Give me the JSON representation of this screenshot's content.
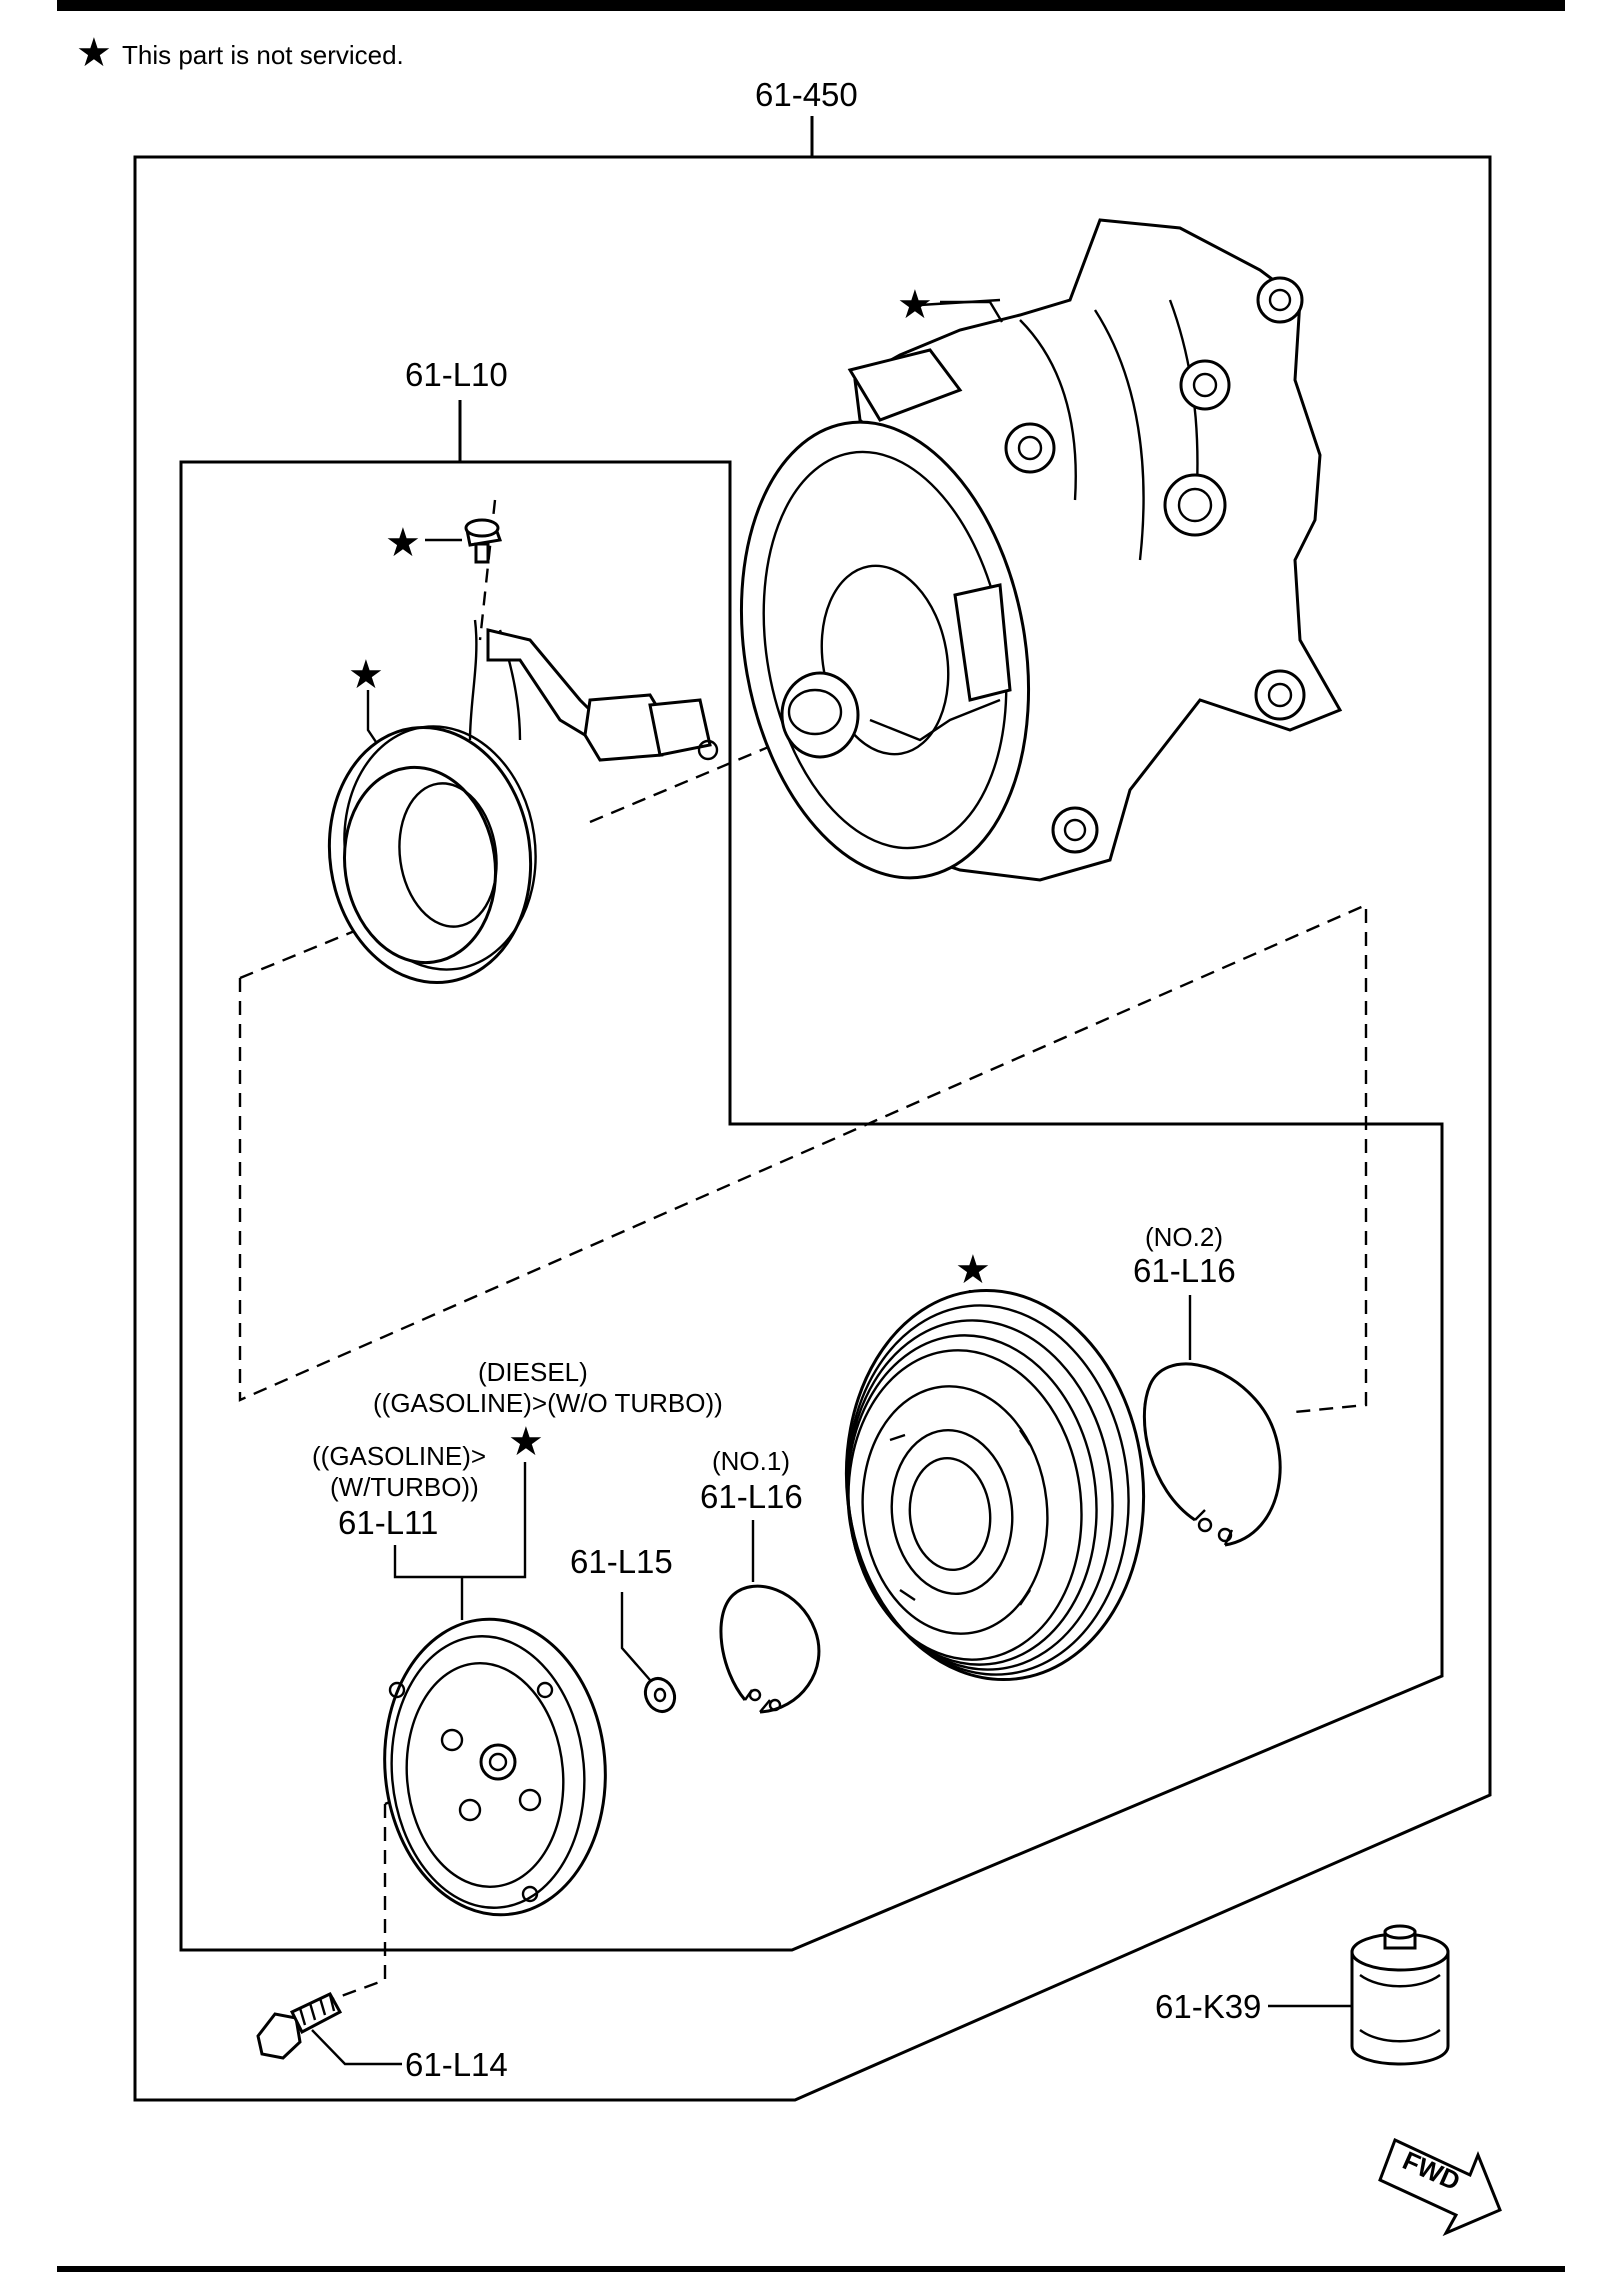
{
  "note": {
    "star_symbol": "★",
    "text": "This part is not serviced."
  },
  "labels": {
    "assembly": "61-450",
    "coil": "61-L10",
    "plate": "61-L11",
    "plate_cond1": "((GASOLINE)>",
    "plate_cond2": "(W/TURBO))",
    "plate_alt1": "(DIESEL)",
    "plate_alt2": "((GASOLINE)>(W/O TURBO))",
    "bolt": "61-L14",
    "shim": "61-L15",
    "snap1_qual": "(NO.1)",
    "snap1": "61-L16",
    "snap2_qual": "(NO.2)",
    "snap2": "61-L16",
    "oil": "61-K39",
    "fwd": "FWD"
  },
  "icons": [
    "star-icon",
    "fwd-arrow-icon"
  ]
}
